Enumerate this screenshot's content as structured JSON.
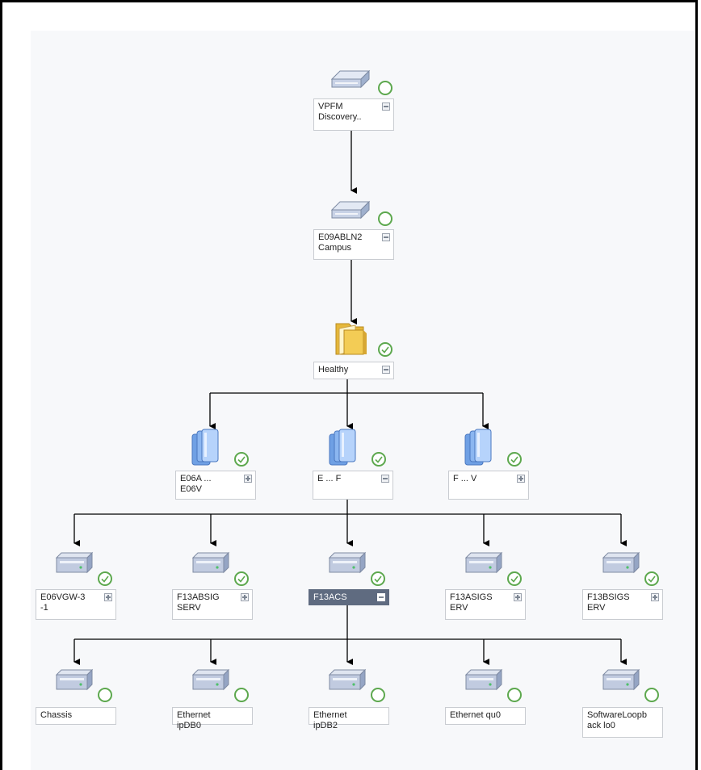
{
  "colors": {
    "healthy": "#5da84e",
    "edge": "#000000",
    "selected": "#5f6b80"
  },
  "root": {
    "label": "VPFM\nDiscovery..",
    "icon": "server-group-icon",
    "status": "unknown",
    "toggle": "minus"
  },
  "campus": {
    "label": "E09ABLN2\nCampus",
    "icon": "server-group-icon",
    "status": "unknown",
    "toggle": "minus"
  },
  "healthy_group": {
    "label": "Healthy",
    "icon": "folder-icon",
    "status": "healthy",
    "toggle": "minus"
  },
  "groups": [
    {
      "label": "E06A ...\nE06V",
      "icon": "server-stack-icon",
      "status": "healthy",
      "toggle": "plus"
    },
    {
      "label": "E ... F",
      "icon": "server-stack-icon",
      "status": "healthy",
      "toggle": "minus"
    },
    {
      "label": "F ... V",
      "icon": "server-stack-icon",
      "status": "healthy",
      "toggle": "plus"
    }
  ],
  "devices": [
    {
      "label": "E06VGW-3\n-1",
      "icon": "device-icon",
      "status": "healthy",
      "toggle": "plus"
    },
    {
      "label": "F13ABSIG\nSERV",
      "icon": "device-icon",
      "status": "healthy",
      "toggle": "plus"
    },
    {
      "label": "F13ACS",
      "icon": "device-icon",
      "status": "healthy",
      "toggle": "minus",
      "selected": true
    },
    {
      "label": "F13ASIGS\nERV",
      "icon": "device-icon",
      "status": "healthy",
      "toggle": "plus"
    },
    {
      "label": "F13BSIGS\nERV",
      "icon": "device-icon",
      "status": "healthy",
      "toggle": "plus"
    }
  ],
  "components": [
    {
      "label": "Chassis",
      "icon": "device-icon",
      "status": "unknown"
    },
    {
      "label": "Ethernet ipDB0",
      "icon": "device-icon",
      "status": "unknown"
    },
    {
      "label": "Ethernet ipDB2",
      "icon": "device-icon",
      "status": "unknown"
    },
    {
      "label": "Ethernet qu0",
      "icon": "device-icon",
      "status": "unknown"
    },
    {
      "label": "SoftwareLoopb\nack lo0",
      "icon": "device-icon",
      "status": "unknown"
    }
  ]
}
